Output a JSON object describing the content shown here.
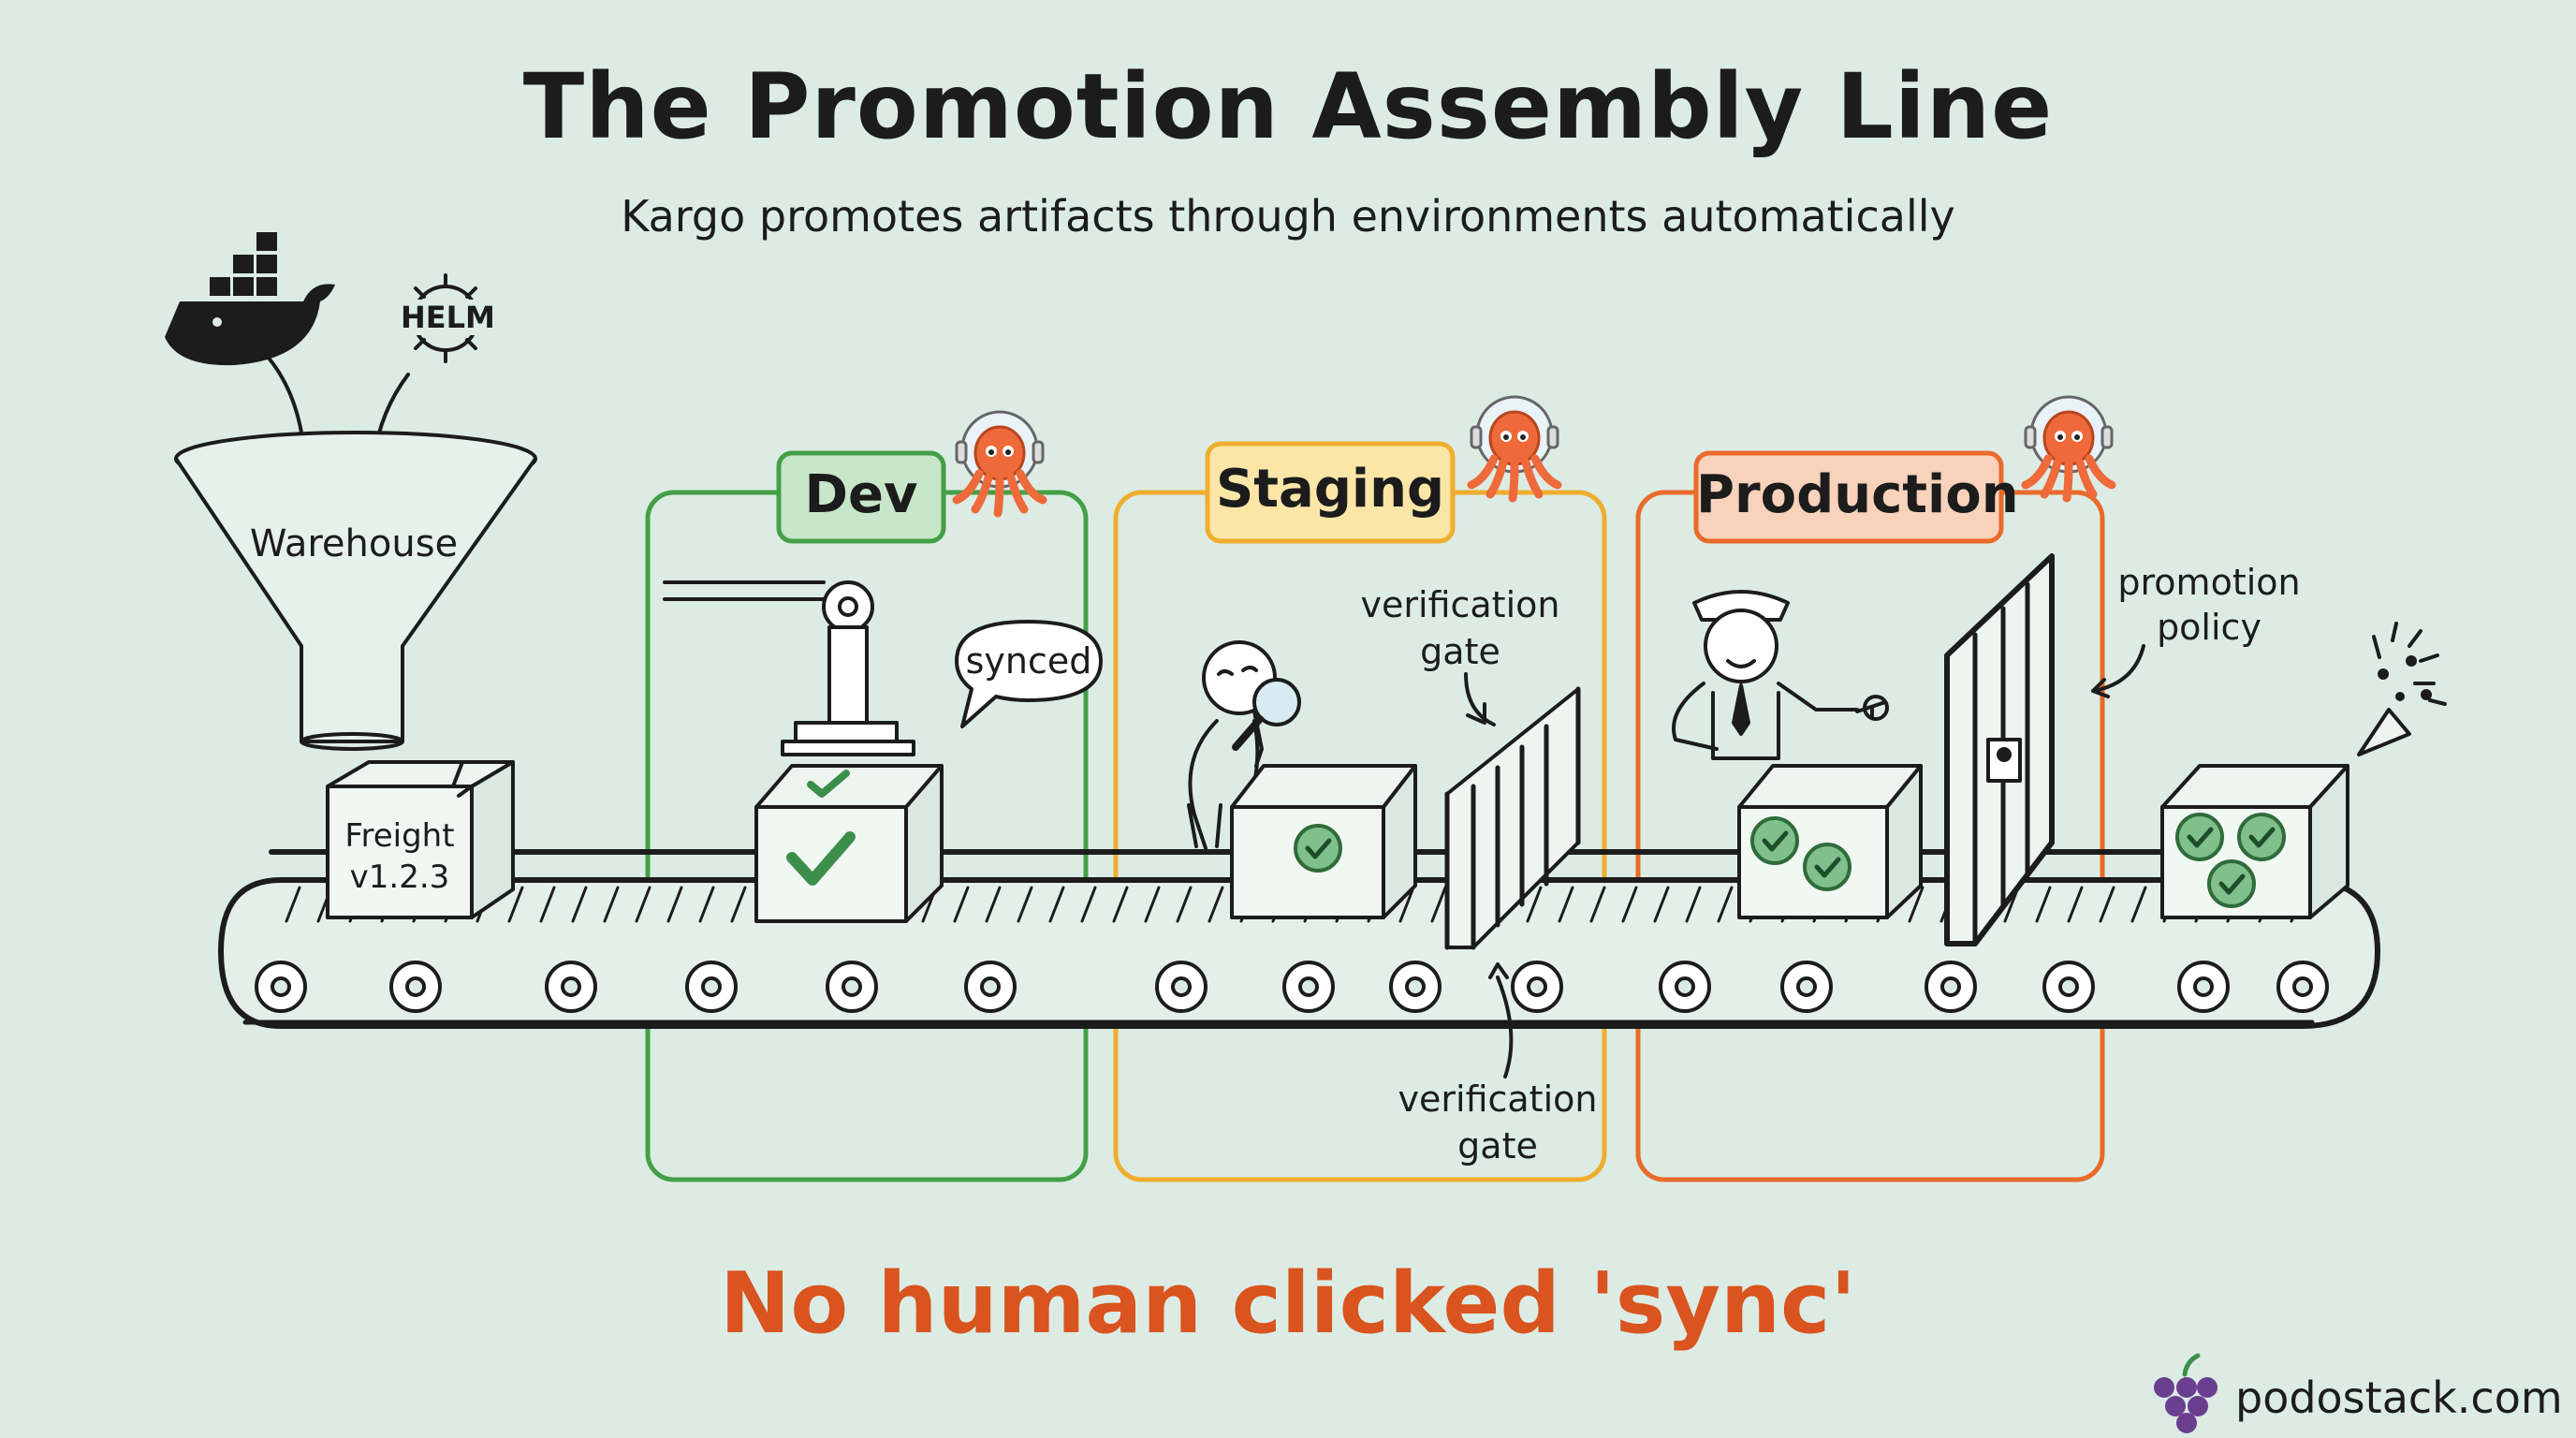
{
  "header": {
    "title": "The Promotion Assembly Line",
    "subtitle": "Kargo promotes artifacts through environments automatically"
  },
  "sources": {
    "docker_icon": "docker-whale-icon",
    "helm_label": "HELM",
    "helm_icon": "helm-wheel-icon"
  },
  "warehouse": {
    "label": "Warehouse"
  },
  "freight": {
    "label_line1": "Freight",
    "label_line2": "v1.2.3"
  },
  "stages": [
    {
      "name": "Dev",
      "color": "#43a047",
      "fill": "#c8e6c9",
      "speech": "synced"
    },
    {
      "name": "Staging",
      "color": "#f0ad2e",
      "fill": "#fbe6a8"
    },
    {
      "name": "Production",
      "color": "#ea6a2a",
      "fill": "#f9d2bc"
    }
  ],
  "annotations": {
    "verification_gate_top": {
      "line1": "verification",
      "line2": "gate"
    },
    "verification_gate_bottom": {
      "line1": "verification",
      "line2": "gate"
    },
    "promotion_policy": {
      "line1": "promotion",
      "line2": "policy"
    }
  },
  "footer": {
    "tagline": "No human clicked 'sync'",
    "brand": "podostack.com",
    "brand_icon": "grape-icon"
  },
  "colors": {
    "background": "#dcece5",
    "ink": "#1c1c1c",
    "check": "#3c8f4a",
    "tagline": "#d9541e",
    "octopus": "#ef6a3a",
    "grape": "#6a3f8f"
  }
}
